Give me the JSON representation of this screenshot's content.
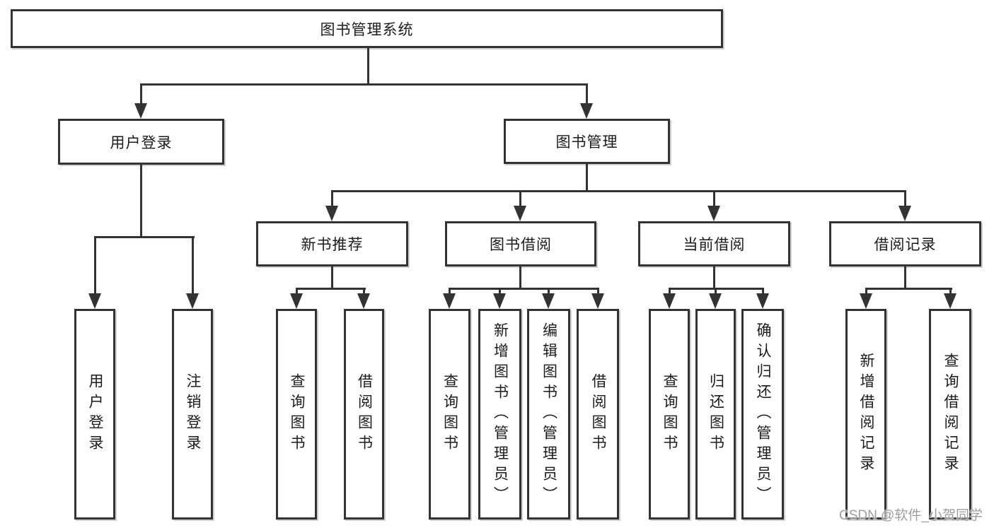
{
  "nodes": {
    "root": "图书管理系统",
    "user_login": "用户登录",
    "book_management": "图书管理",
    "new_book_recommend": "新书推荐",
    "book_borrow": "图书借阅",
    "current_borrow": "当前借阅",
    "borrow_records": "借阅记录",
    "ul_user_login": "用户登录",
    "ul_logout": "注销登录",
    "nbr_query_books": "查询图书",
    "nbr_borrow_books": "借阅图书",
    "bb_query_books": "查询图书",
    "bb_add_books": "新增图书（管理员）",
    "bb_edit_books": "编辑图书（管理员）",
    "bb_borrow_books": "借阅图书",
    "cb_query_books": "查询图书",
    "cb_return_books": "归还图书",
    "cb_confirm_return": "确认归还（管理员）",
    "br_add_record": "新增借阅记录",
    "br_query_record": "查询借阅记录"
  },
  "watermark": "CSDN @软件_小贺同学",
  "colors": {
    "line": "#333333",
    "text": "#1b1b1b",
    "box_background": "#ffffff",
    "watermark": "#9e9e9e"
  }
}
